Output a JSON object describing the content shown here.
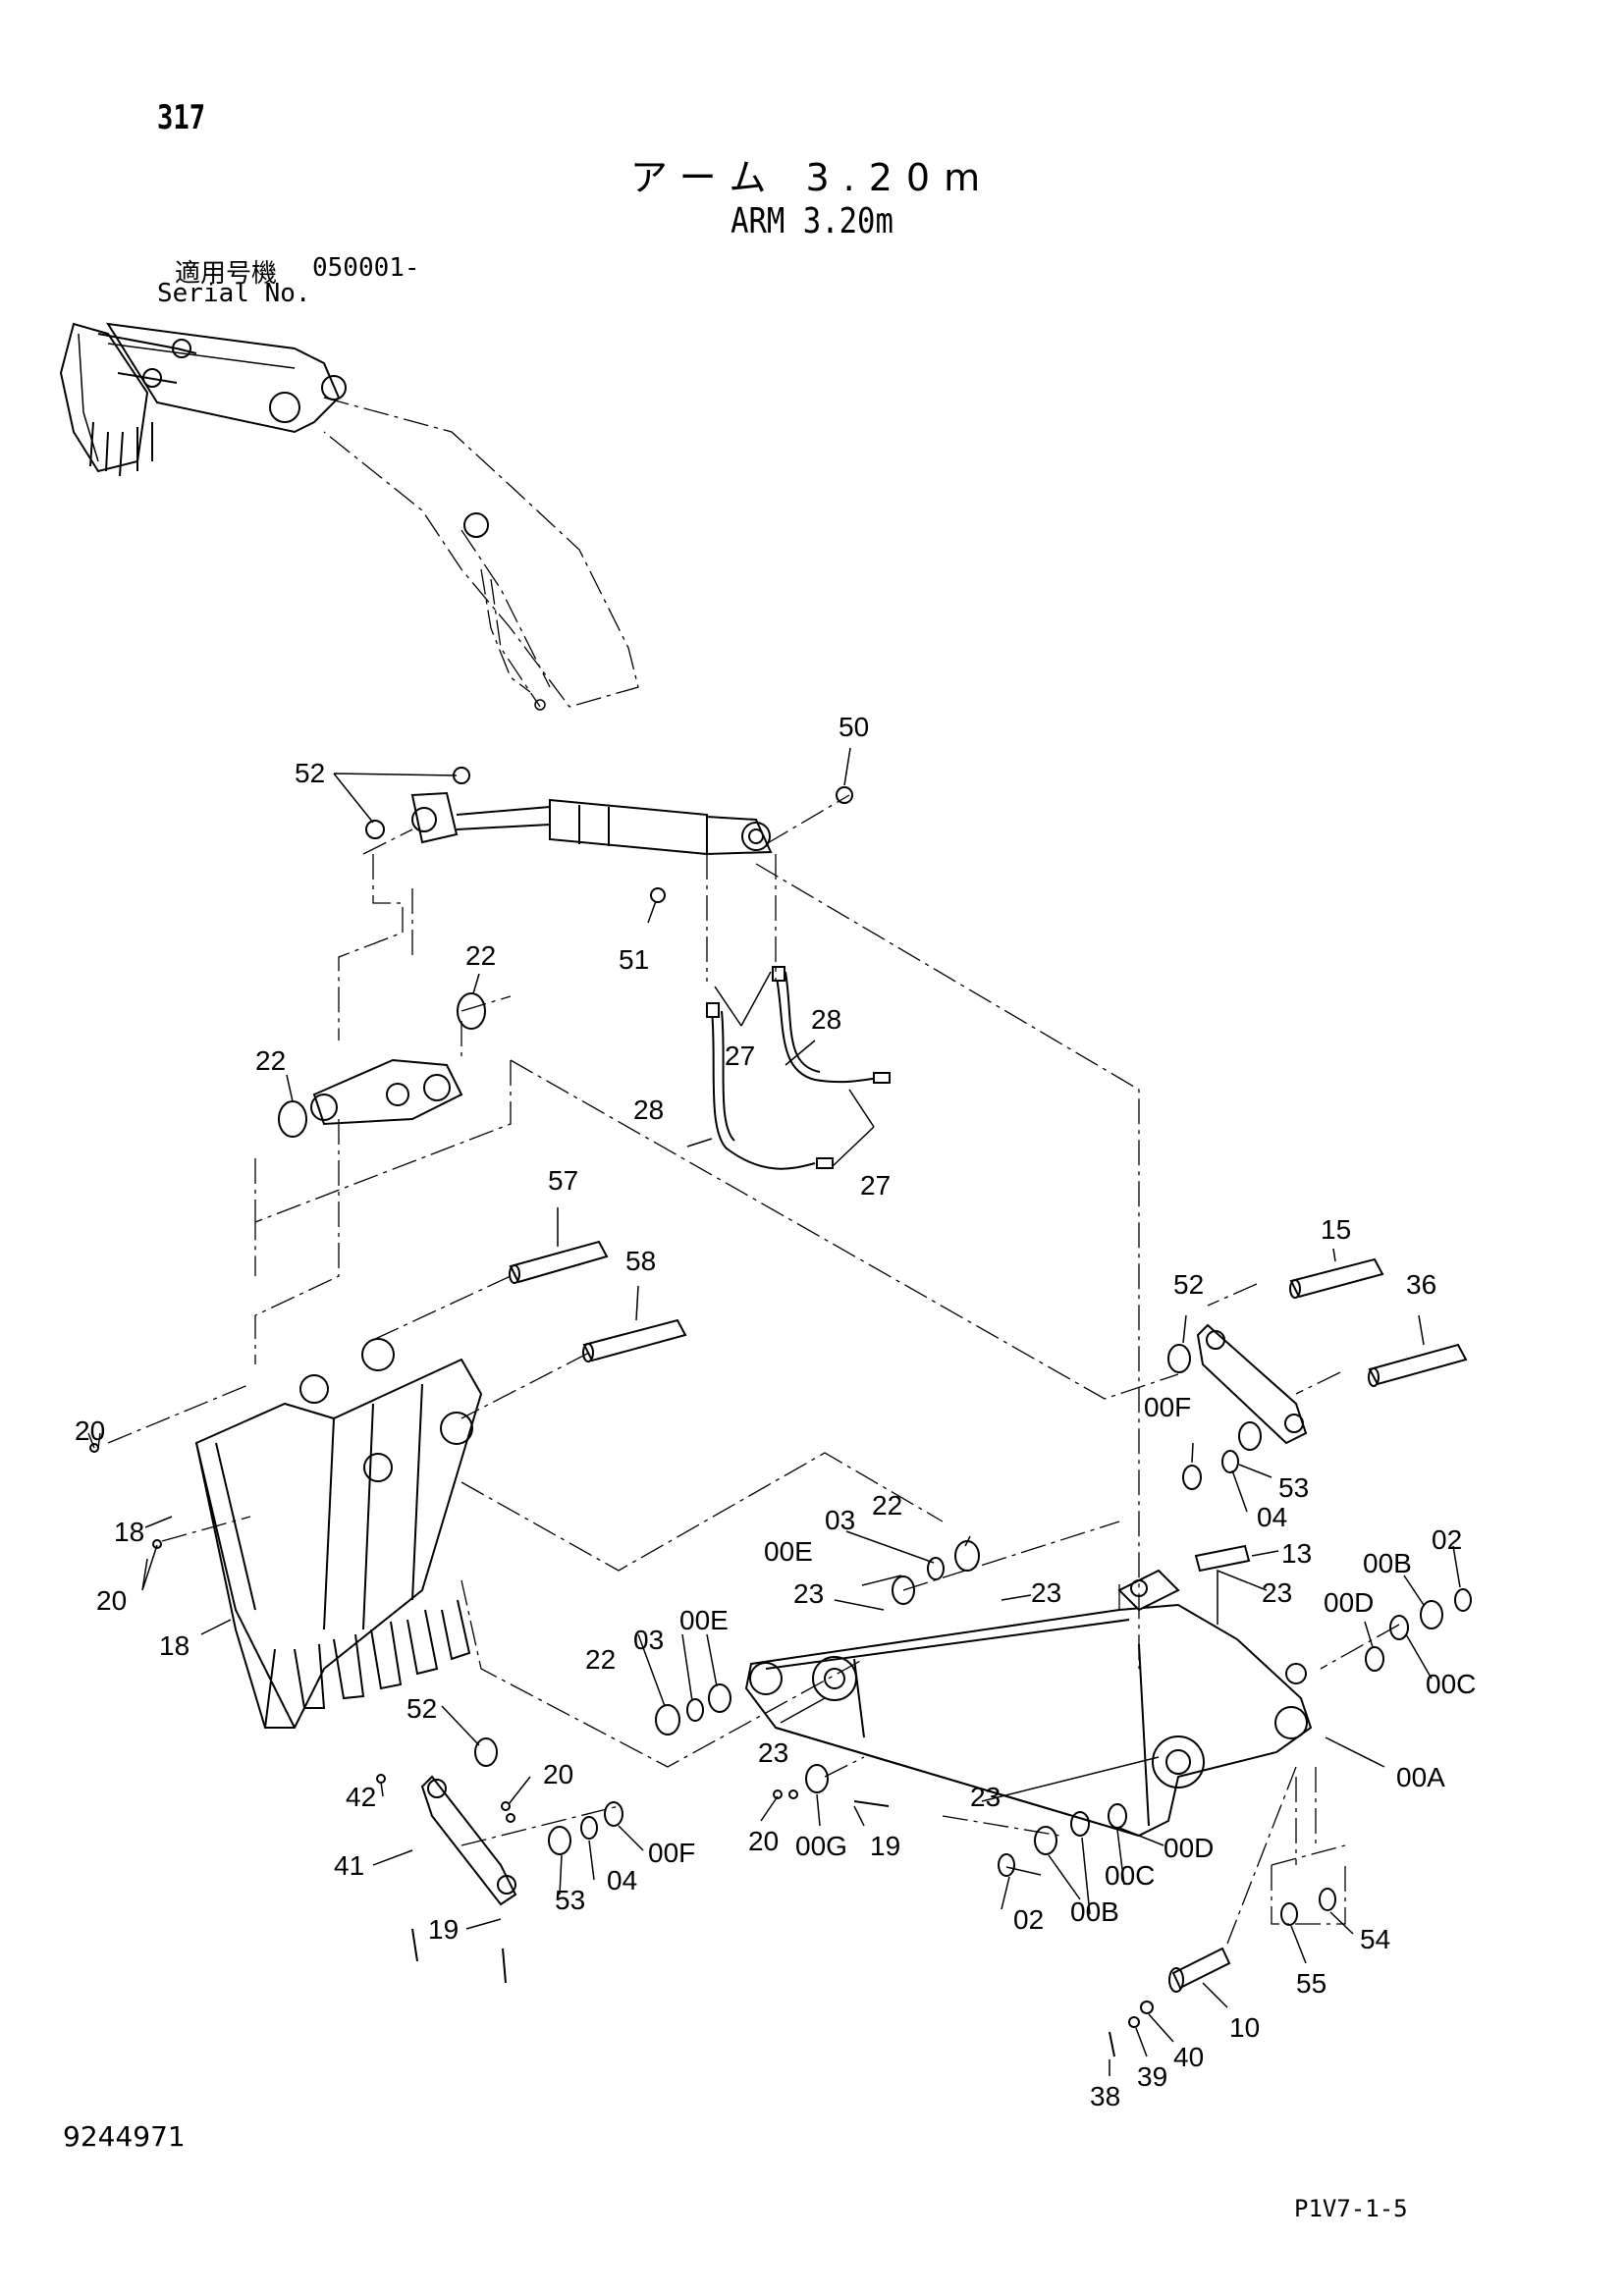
{
  "header": {
    "page_number": "317",
    "title_jp": "アーム 3.20m",
    "title_en": "ARM 3.20m",
    "serial_label_jp": "適用号機",
    "serial_label_en": "Serial No.",
    "serial_value": "050001-"
  },
  "footer": {
    "doc_number": "9244971",
    "page_code": "P1V7-1-5"
  },
  "callouts": [
    {
      "label": "50"
    },
    {
      "label": "52"
    },
    {
      "label": "51"
    },
    {
      "label": "22"
    },
    {
      "label": "22"
    },
    {
      "label": "27"
    },
    {
      "label": "28"
    },
    {
      "label": "28"
    },
    {
      "label": "27"
    },
    {
      "label": "57"
    },
    {
      "label": "58"
    },
    {
      "label": "15"
    },
    {
      "label": "52"
    },
    {
      "label": "36"
    },
    {
      "label": "20"
    },
    {
      "label": "18"
    },
    {
      "label": "20"
    },
    {
      "label": "18"
    },
    {
      "label": "00F"
    },
    {
      "label": "53"
    },
    {
      "label": "04"
    },
    {
      "label": "13"
    },
    {
      "label": "03"
    },
    {
      "label": "22"
    },
    {
      "label": "00E"
    },
    {
      "label": "23"
    },
    {
      "label": "23"
    },
    {
      "label": "23"
    },
    {
      "label": "00B"
    },
    {
      "label": "02"
    },
    {
      "label": "00D"
    },
    {
      "label": "00C"
    },
    {
      "label": "22"
    },
    {
      "label": "03"
    },
    {
      "label": "00E"
    },
    {
      "label": "23"
    },
    {
      "label": "00A"
    },
    {
      "label": "52"
    },
    {
      "label": "42"
    },
    {
      "label": "20"
    },
    {
      "label": "41"
    },
    {
      "label": "53"
    },
    {
      "label": "04"
    },
    {
      "label": "00F"
    },
    {
      "label": "20"
    },
    {
      "label": "00G"
    },
    {
      "label": "19"
    },
    {
      "label": "23"
    },
    {
      "label": "00D"
    },
    {
      "label": "00C"
    },
    {
      "label": "02"
    },
    {
      "label": "00B"
    },
    {
      "label": "54"
    },
    {
      "label": "55"
    },
    {
      "label": "10"
    },
    {
      "label": "40"
    },
    {
      "label": "39"
    },
    {
      "label": "38"
    },
    {
      "label": "19"
    }
  ]
}
